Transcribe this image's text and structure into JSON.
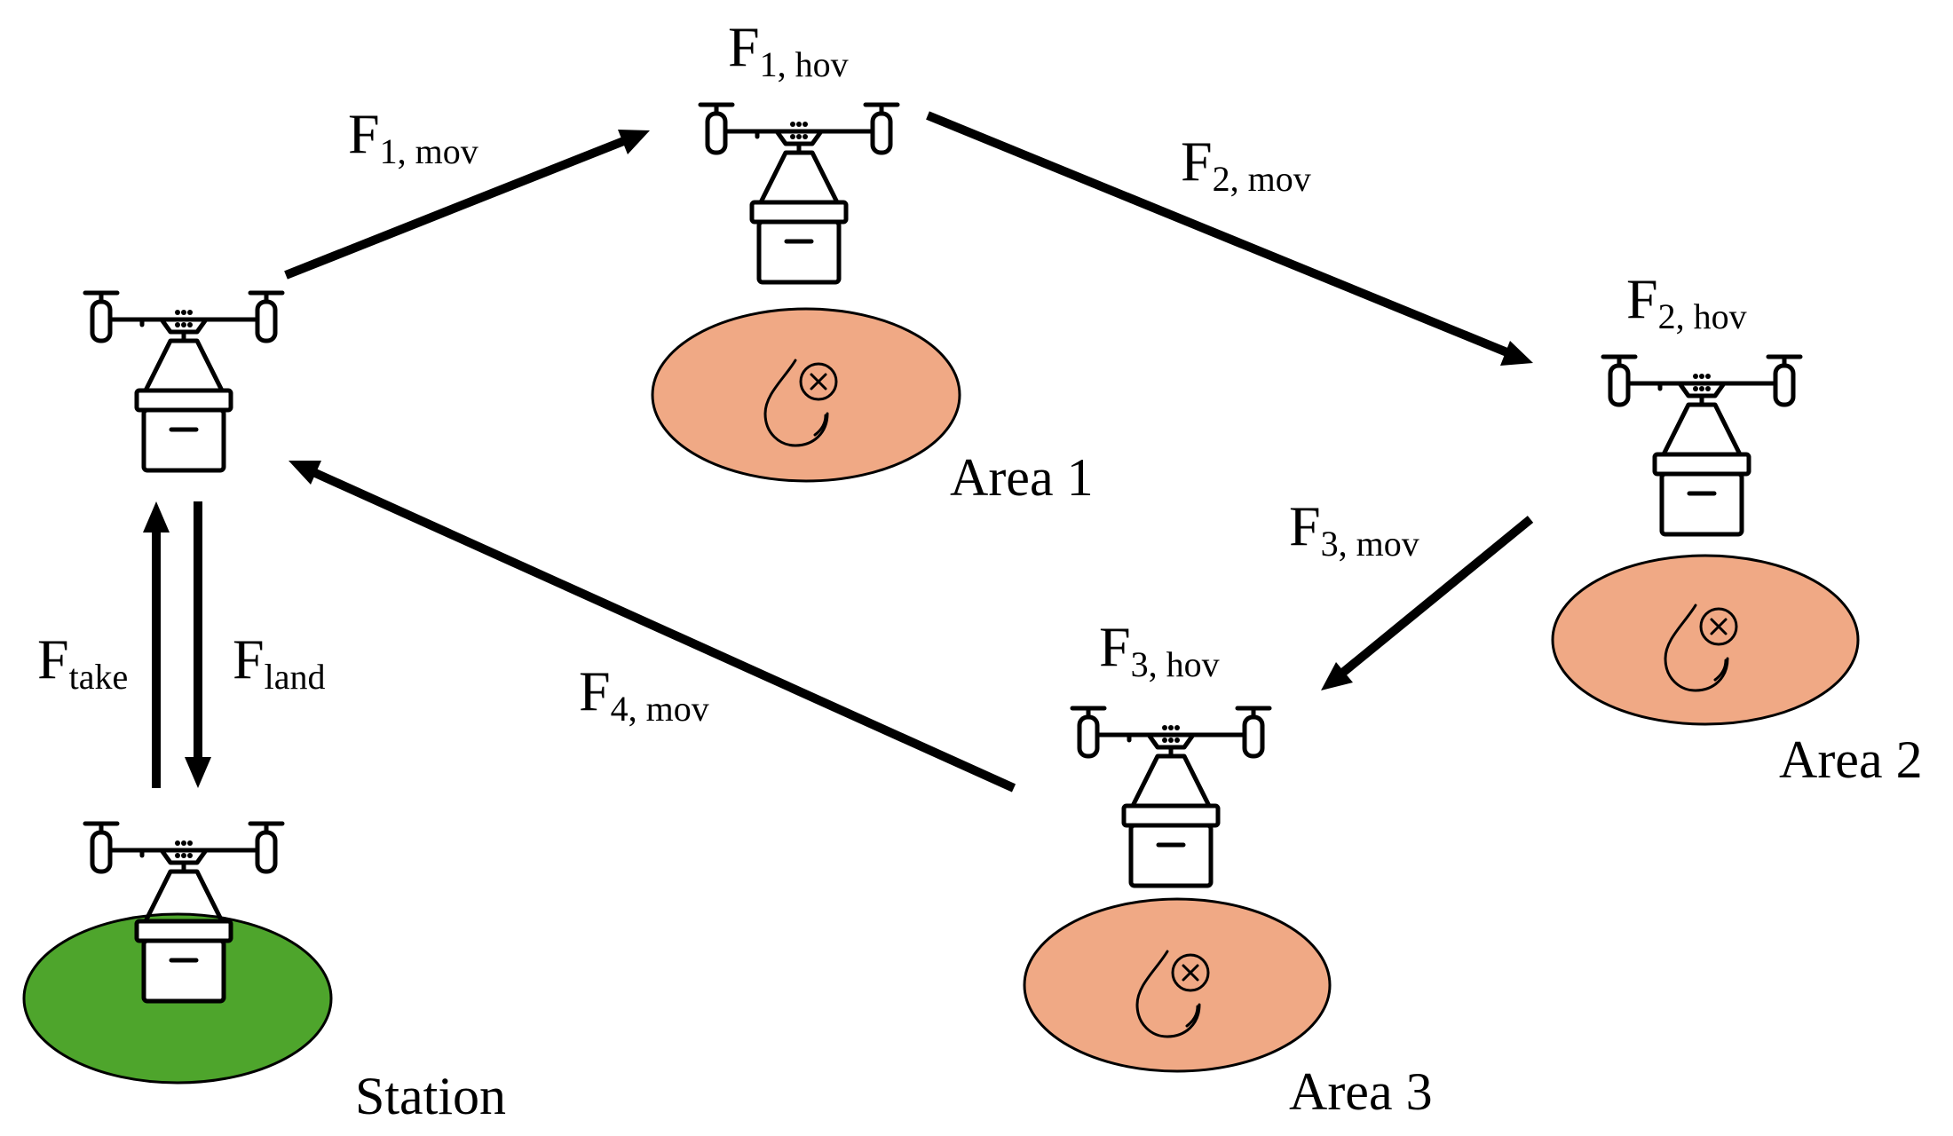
{
  "colors": {
    "station_fill": "#4ea52c",
    "area_fill": "#f0a985",
    "ink": "#000000",
    "background": "#ffffff"
  },
  "zones": {
    "station": {
      "label": "Station",
      "kind": "station"
    },
    "area1": {
      "label": "Area 1",
      "kind": "target-area",
      "icon": "water-drop-error-icon"
    },
    "area2": {
      "label": "Area 2",
      "kind": "target-area",
      "icon": "water-drop-error-icon"
    },
    "area3": {
      "label": "Area 3",
      "kind": "target-area",
      "icon": "water-drop-error-icon"
    }
  },
  "drones": [
    {
      "id": "station-drone",
      "icon": "delivery-drone-icon"
    },
    {
      "id": "launch-drone",
      "icon": "delivery-drone-icon"
    },
    {
      "id": "area1-drone",
      "icon": "delivery-drone-icon"
    },
    {
      "id": "area2-drone",
      "icon": "delivery-drone-icon"
    },
    {
      "id": "area3-drone",
      "icon": "delivery-drone-icon"
    }
  ],
  "transitions": {
    "take": {
      "main": "F",
      "sub": "take"
    },
    "land": {
      "main": "F",
      "sub": "land"
    },
    "mov1": {
      "main": "F",
      "sub": "1, mov"
    },
    "mov2": {
      "main": "F",
      "sub": "2, mov"
    },
    "mov3": {
      "main": "F",
      "sub": "3, mov"
    },
    "mov4": {
      "main": "F",
      "sub": "4, mov"
    }
  },
  "hover_labels": {
    "hov1": {
      "main": "F",
      "sub": "1, hov"
    },
    "hov2": {
      "main": "F",
      "sub": "2, hov"
    },
    "hov3": {
      "main": "F",
      "sub": "3, hov"
    }
  }
}
